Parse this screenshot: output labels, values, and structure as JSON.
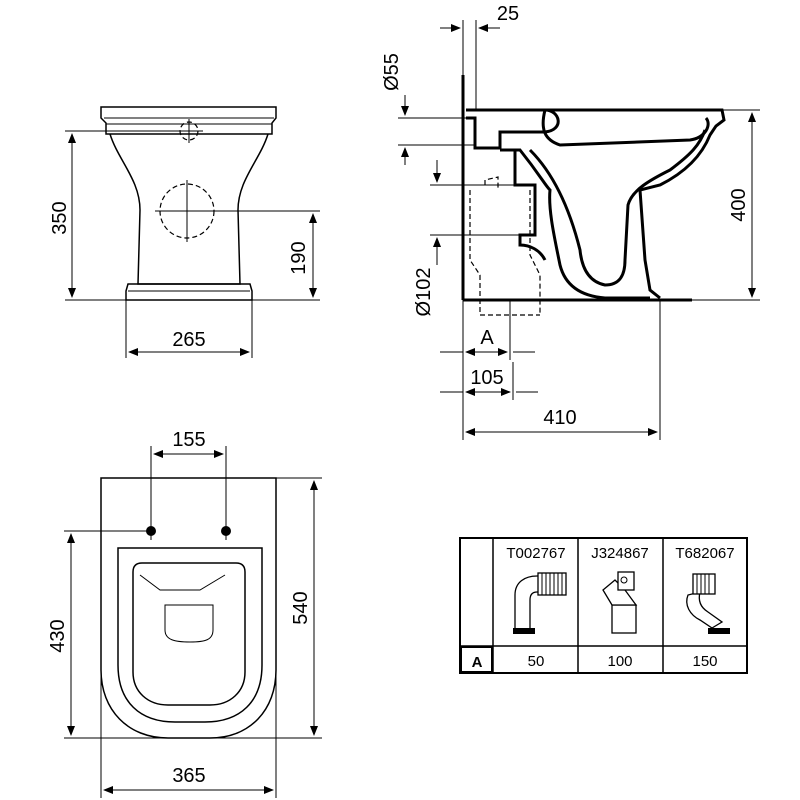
{
  "front_view": {
    "height_total": "350",
    "height_outlet": "190",
    "width_base": "265"
  },
  "side_view": {
    "offset_top": "25",
    "diameter_inlet": "Ø55",
    "diameter_outlet": "Ø102",
    "height": "400",
    "label_a": "A",
    "depth_outlet": "105",
    "depth_total": "410"
  },
  "plan_view": {
    "fixing_spacing": "155",
    "depth_inner": "430",
    "depth_total": "540",
    "width": "365"
  },
  "connector_table": {
    "row_label": "A",
    "columns": [
      {
        "code": "T002767",
        "value": "50"
      },
      {
        "code": "J324867",
        "value": "100"
      },
      {
        "code": "T682067",
        "value": "150"
      }
    ]
  }
}
